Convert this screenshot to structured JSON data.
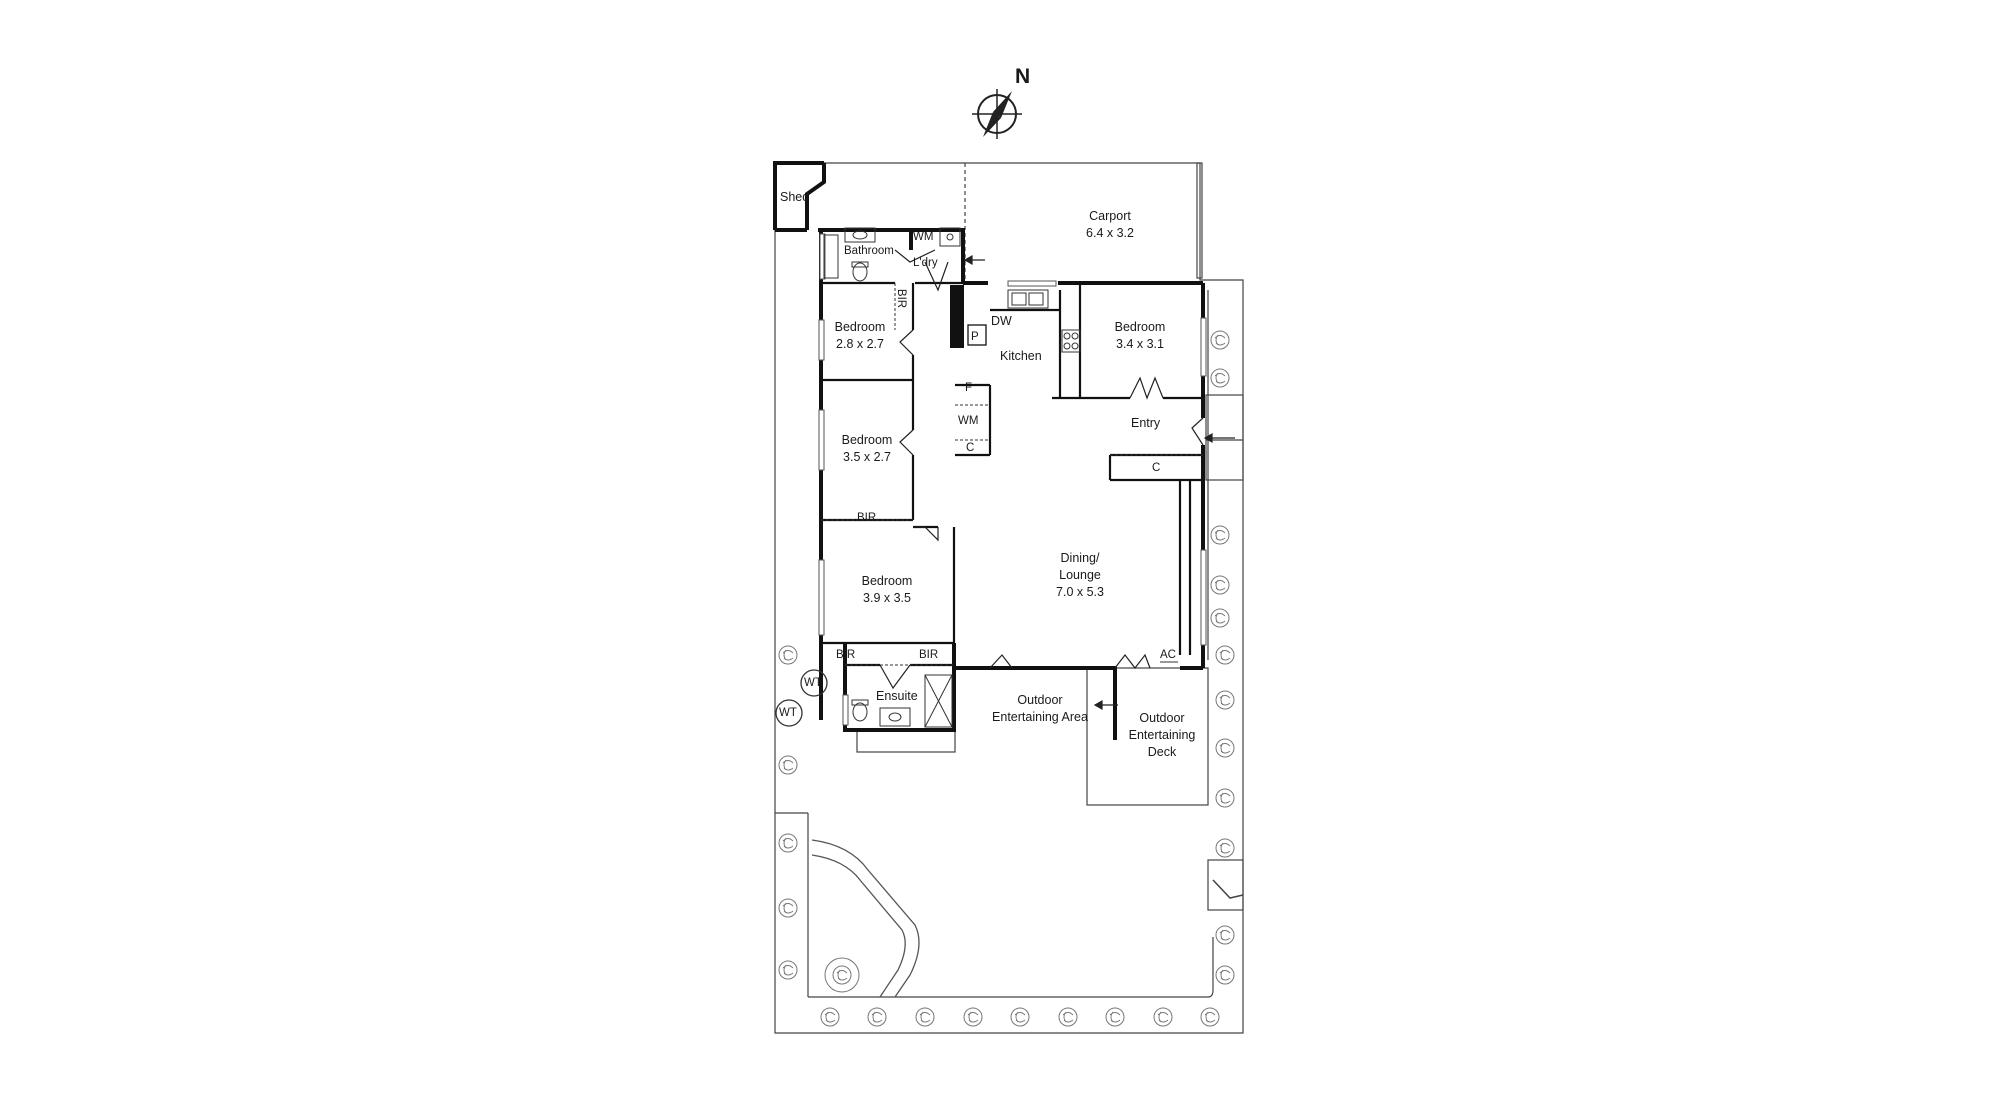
{
  "compass": {
    "label": "N"
  },
  "rooms": {
    "shed": {
      "name": "Shed"
    },
    "carport": {
      "name": "Carport",
      "size": "6.4 x 3.2"
    },
    "bathroom": {
      "name": "Bathroom"
    },
    "laundry": {
      "name": "L'dry",
      "wm": "WM"
    },
    "kitchen": {
      "name": "Kitchen",
      "dw": "DW",
      "pantry": "P"
    },
    "bedroom_a": {
      "name": "Bedroom",
      "size": "2.8 x 2.7",
      "bir": "BIR"
    },
    "bedroom_b": {
      "name": "Bedroom",
      "size": "3.4 x 3.1"
    },
    "bedroom_c": {
      "name": "Bedroom",
      "size": "3.5 x 2.7",
      "bir": "BIR"
    },
    "bedroom_d": {
      "name": "Bedroom",
      "size": "3.9 x 3.5",
      "bir_left": "BIR",
      "bir_right": "BIR"
    },
    "entry": {
      "name": "Entry",
      "cupboard": "C"
    },
    "utility": {
      "fridge": "F",
      "wm": "WM",
      "cupboard": "C"
    },
    "dining": {
      "name": "Dining/",
      "name2": "Lounge",
      "size": "7.0 x 5.3"
    },
    "ensuite": {
      "name": "Ensuite"
    },
    "outdoor_area": {
      "name": "Outdoor",
      "name2": "Entertaining Area"
    },
    "outdoor_deck": {
      "name": "Outdoor",
      "name2": "Entertaining",
      "name3": "Deck",
      "ac": "AC"
    },
    "water_tank_1": {
      "name": "WT"
    },
    "water_tank_2": {
      "name": "WT"
    }
  }
}
